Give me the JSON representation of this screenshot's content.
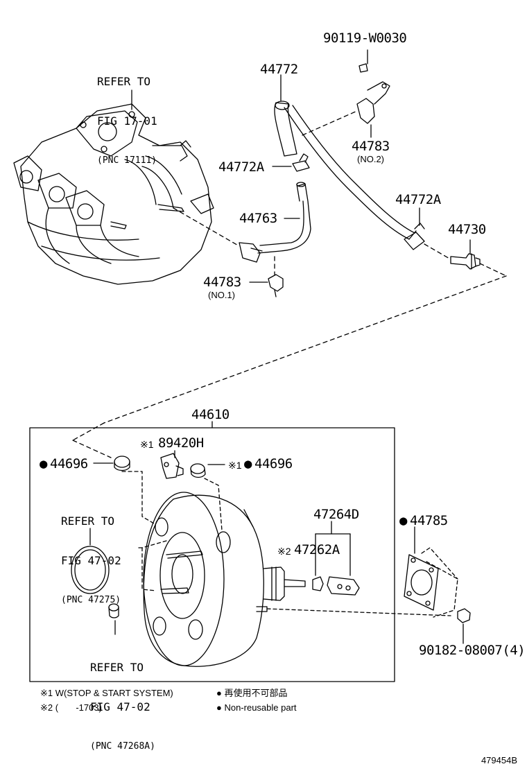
{
  "labels": {
    "p90119": "90119-W0030",
    "p44772": "44772",
    "p44783_no2": "44783",
    "no2": "(NO.2)",
    "p44772a_top": "44772A",
    "p44763": "44763",
    "p44772a_right": "44772A",
    "p44730": "44730",
    "p44783_no1": "44783",
    "no1": "(NO.1)",
    "p44610": "44610",
    "p89420h": "89420H",
    "p44696_left": "44696",
    "p44696_right": "44696",
    "p47264d": "47264D",
    "p47262a": "47262A",
    "p44785": "44785",
    "p90182": "90182-08007(4)"
  },
  "marks": {
    "bullet": "●",
    "ref1": "※1",
    "ref2": "※2"
  },
  "refs": {
    "top": {
      "line1": "REFER TO",
      "line2": "FIG 17-01",
      "line3": "(PNC 17111)"
    },
    "mid": {
      "line1": "REFER TO",
      "line2": "FIG 47-02",
      "line3": "(PNC 47275)"
    },
    "bottom": {
      "line1": "REFER TO",
      "line2": "FIG 47-02",
      "line3": "(PNC 47268A)"
    }
  },
  "notes": {
    "n1": "※1 W(STOP & START SYSTEM)",
    "n2": "※2 (       -1703)",
    "n3": "● 再使用不可部品",
    "n4": "● Non-reusable part"
  },
  "figure_id": "479454B"
}
